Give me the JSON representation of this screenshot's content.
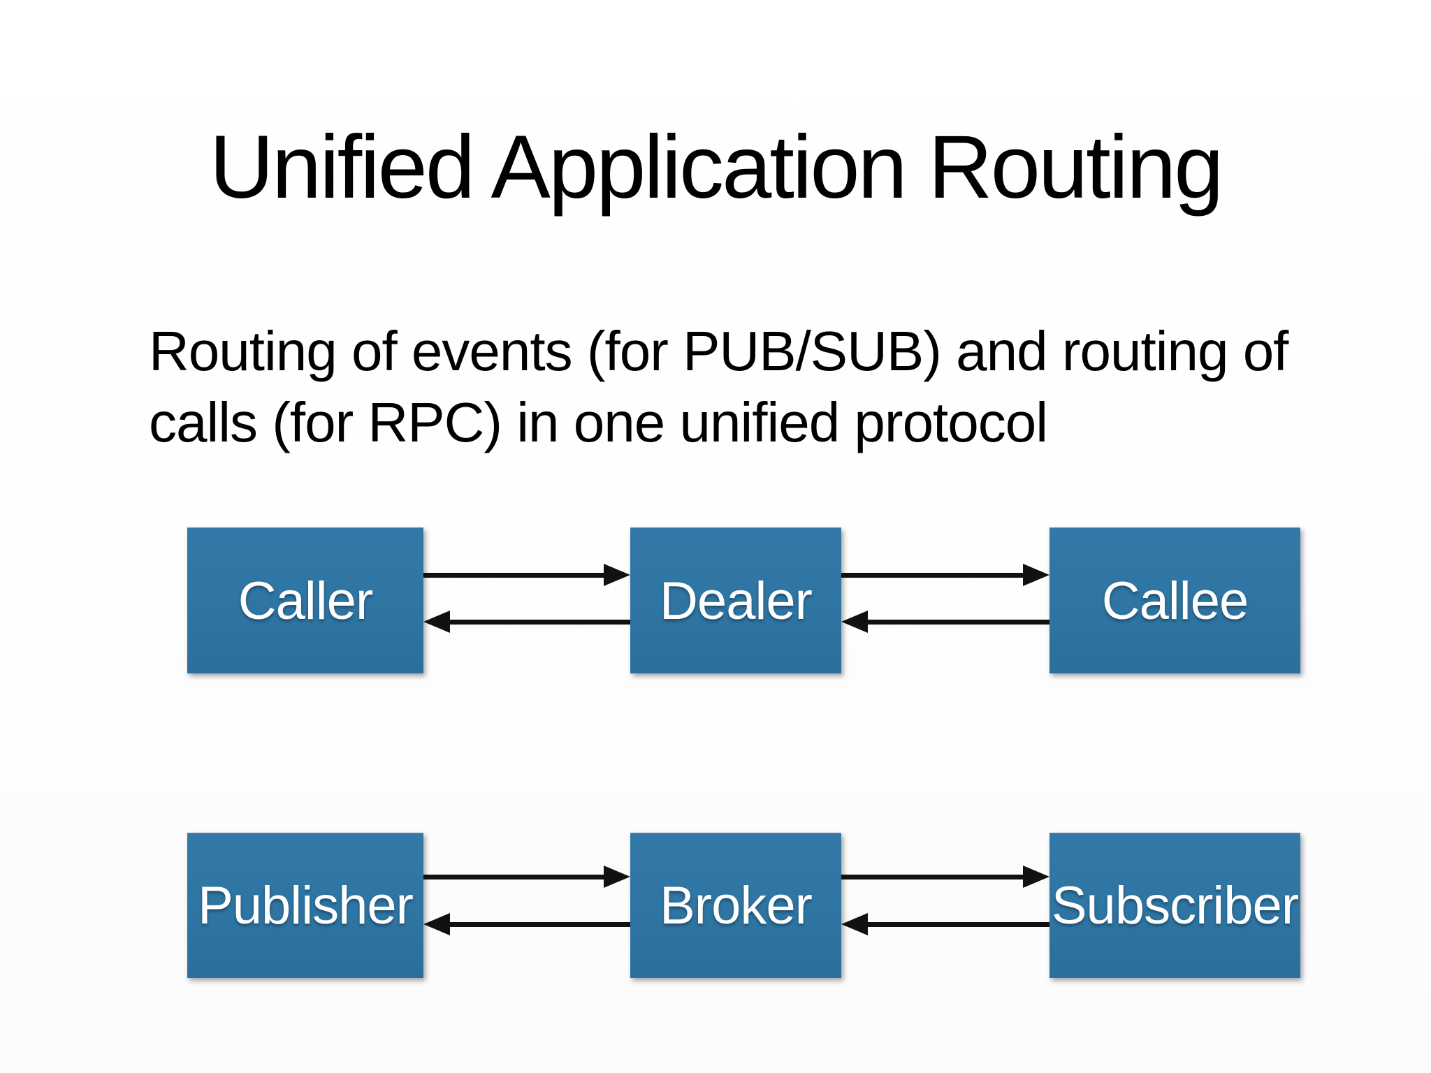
{
  "slide": {
    "title": "Unified Application Routing",
    "subtitle_lines": [
      "Routing of events (for PUB/SUB) and routing of",
      "calls (for RPC) in one unified protocol"
    ]
  },
  "diagram": {
    "nodes": {
      "caller": "Caller",
      "dealer": "Dealer",
      "callee": "Callee",
      "publisher": "Publisher",
      "broker": "Broker",
      "subscriber": "Subscriber"
    },
    "connections": [
      {
        "from": "Caller",
        "to": "Dealer"
      },
      {
        "from": "Dealer",
        "to": "Caller"
      },
      {
        "from": "Dealer",
        "to": "Callee"
      },
      {
        "from": "Callee",
        "to": "Dealer"
      },
      {
        "from": "Publisher",
        "to": "Broker"
      },
      {
        "from": "Broker",
        "to": "Publisher"
      },
      {
        "from": "Broker",
        "to": "Subscriber"
      },
      {
        "from": "Subscriber",
        "to": "Broker"
      }
    ],
    "colors": {
      "box_fill": "#2e75a3",
      "box_fill_top": "#3379a8",
      "box_fill_bottom": "#2b6f9c",
      "box_text": "#ffffff",
      "arrow": "#111111",
      "title_text": "#000000"
    }
  }
}
